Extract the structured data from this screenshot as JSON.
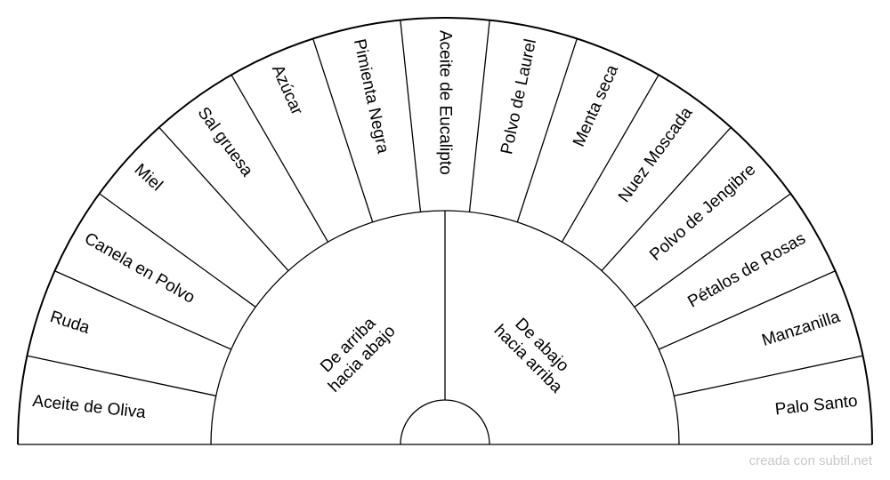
{
  "segments": [
    "Aceite de Oliva",
    "Ruda",
    "Canela en Polvo",
    "Miel",
    "Sal gruesa",
    "Azúcar",
    "Pimienta Negra",
    "Aceite de Eucalipto",
    "Polvo de Laurel",
    "Menta seca",
    "Nuez Moscada",
    "Polvo de Jengibre",
    "Pétalos de Rosas",
    "Manzanilla",
    "Palo Santo"
  ],
  "center_left": [
    "De arriba",
    "hacia abajo"
  ],
  "center_right": [
    "De abajo",
    "hacia arriba"
  ],
  "footer": "creada con subtil.net"
}
